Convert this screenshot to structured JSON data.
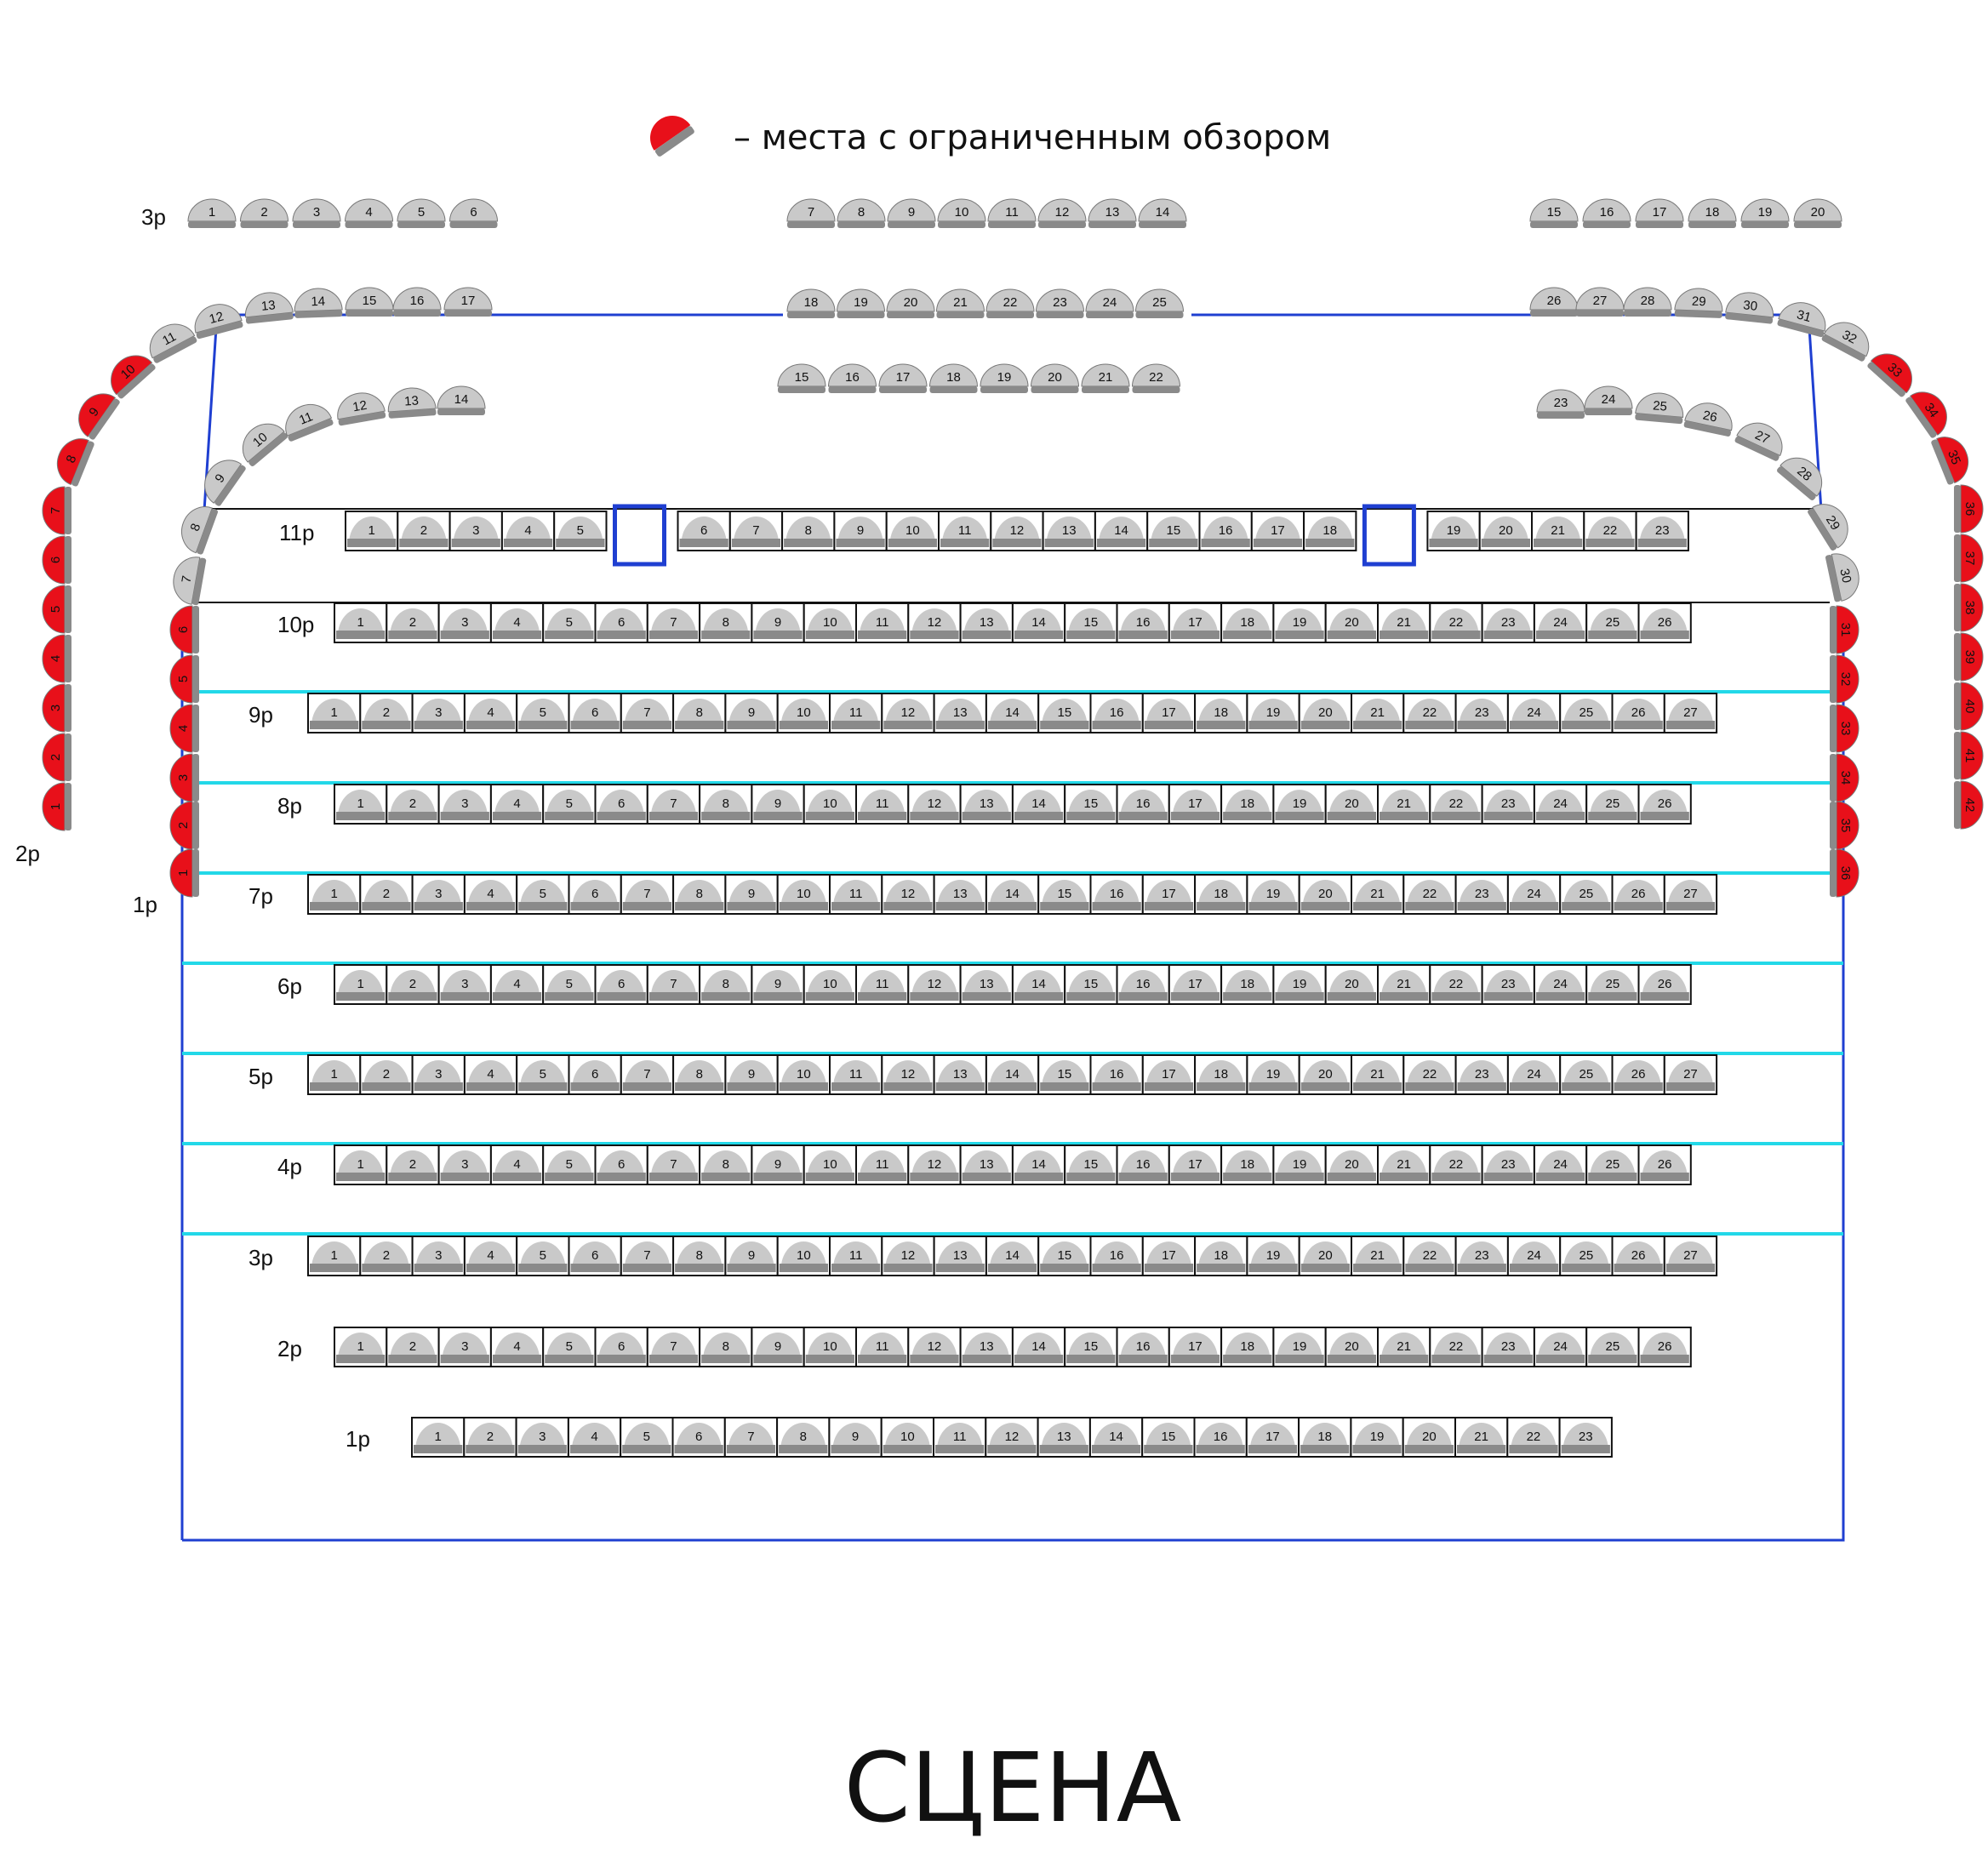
{
  "legend": {
    "text": "– места с ограниченным обзором",
    "icon": "limited-view-seat-icon",
    "color": "#e8101a"
  },
  "stage": {
    "label": "СЦЕНА"
  },
  "colors": {
    "seat": "#c9c9c9",
    "seat_base": "#8a8a8a",
    "limited": "#e8101a",
    "outline": "#1f3fd1",
    "divider": "#22d8e8",
    "seat_outline": "#111111"
  },
  "parterre": {
    "rows": [
      {
        "label": "11р",
        "seats": [
          "1",
          "2",
          "3",
          "4",
          "5",
          "6",
          "7",
          "8",
          "9",
          "10",
          "11",
          "12",
          "13",
          "14",
          "15",
          "16",
          "17",
          "18",
          "19",
          "20",
          "21",
          "22",
          "23"
        ],
        "wheelchair_spaces": 2
      },
      {
        "label": "10р",
        "seats": [
          "1",
          "2",
          "3",
          "4",
          "5",
          "6",
          "7",
          "8",
          "9",
          "10",
          "11",
          "12",
          "13",
          "14",
          "15",
          "16",
          "17",
          "18",
          "19",
          "20",
          "21",
          "22",
          "23",
          "24",
          "25",
          "26"
        ]
      },
      {
        "label": "9р",
        "seats": [
          "1",
          "2",
          "3",
          "4",
          "5",
          "6",
          "7",
          "8",
          "9",
          "10",
          "11",
          "12",
          "13",
          "14",
          "15",
          "16",
          "17",
          "18",
          "19",
          "20",
          "21",
          "22",
          "23",
          "24",
          "25",
          "26",
          "27"
        ]
      },
      {
        "label": "8р",
        "seats": [
          "1",
          "2",
          "3",
          "4",
          "5",
          "6",
          "7",
          "8",
          "9",
          "10",
          "11",
          "12",
          "13",
          "14",
          "15",
          "16",
          "17",
          "18",
          "19",
          "20",
          "21",
          "22",
          "23",
          "24",
          "25",
          "26"
        ]
      },
      {
        "label": "7р",
        "seats": [
          "1",
          "2",
          "3",
          "4",
          "5",
          "6",
          "7",
          "8",
          "9",
          "10",
          "11",
          "12",
          "13",
          "14",
          "15",
          "16",
          "17",
          "18",
          "19",
          "20",
          "21",
          "22",
          "23",
          "24",
          "25",
          "26",
          "27"
        ]
      },
      {
        "label": "6р",
        "seats": [
          "1",
          "2",
          "3",
          "4",
          "5",
          "6",
          "7",
          "8",
          "9",
          "10",
          "11",
          "12",
          "13",
          "14",
          "15",
          "16",
          "17",
          "18",
          "19",
          "20",
          "21",
          "22",
          "23",
          "24",
          "25",
          "26"
        ]
      },
      {
        "label": "5р",
        "seats": [
          "1",
          "2",
          "3",
          "4",
          "5",
          "6",
          "7",
          "8",
          "9",
          "10",
          "11",
          "12",
          "13",
          "14",
          "15",
          "16",
          "17",
          "18",
          "19",
          "20",
          "21",
          "22",
          "23",
          "24",
          "25",
          "26",
          "27"
        ]
      },
      {
        "label": "4р",
        "seats": [
          "1",
          "2",
          "3",
          "4",
          "5",
          "6",
          "7",
          "8",
          "9",
          "10",
          "11",
          "12",
          "13",
          "14",
          "15",
          "16",
          "17",
          "18",
          "19",
          "20",
          "21",
          "22",
          "23",
          "24",
          "25",
          "26"
        ]
      },
      {
        "label": "3р",
        "seats": [
          "1",
          "2",
          "3",
          "4",
          "5",
          "6",
          "7",
          "8",
          "9",
          "10",
          "11",
          "12",
          "13",
          "14",
          "15",
          "16",
          "17",
          "18",
          "19",
          "20",
          "21",
          "22",
          "23",
          "24",
          "25",
          "26",
          "27"
        ]
      },
      {
        "label": "2р",
        "seats": [
          "1",
          "2",
          "3",
          "4",
          "5",
          "6",
          "7",
          "8",
          "9",
          "10",
          "11",
          "12",
          "13",
          "14",
          "15",
          "16",
          "17",
          "18",
          "19",
          "20",
          "21",
          "22",
          "23",
          "24",
          "25",
          "26"
        ]
      },
      {
        "label": "1р",
        "seats": [
          "1",
          "2",
          "3",
          "4",
          "5",
          "6",
          "7",
          "8",
          "9",
          "10",
          "11",
          "12",
          "13",
          "14",
          "15",
          "16",
          "17",
          "18",
          "19",
          "20",
          "21",
          "22",
          "23"
        ]
      }
    ]
  },
  "balcony": {
    "row3": {
      "label": "3р",
      "left": [
        "1",
        "2",
        "3",
        "4",
        "5",
        "6"
      ],
      "center": [
        "7",
        "8",
        "9",
        "10",
        "11",
        "12",
        "13",
        "14"
      ],
      "right": [
        "15",
        "16",
        "17",
        "18",
        "19",
        "20"
      ]
    },
    "row2": {
      "label": "2р",
      "left_side": [
        "1",
        "2",
        "3",
        "4",
        "5",
        "6",
        "7",
        "8",
        "9",
        "10"
      ],
      "left_curve": [
        "11",
        "12",
        "13",
        "14",
        "15",
        "16",
        "17"
      ],
      "center": [
        "18",
        "19",
        "20",
        "21",
        "22",
        "23",
        "24",
        "25"
      ],
      "right_curve": [
        "26",
        "27",
        "28",
        "29",
        "30",
        "31",
        "32"
      ],
      "right_side": [
        "33",
        "34",
        "35",
        "36",
        "37",
        "38",
        "39",
        "40",
        "41",
        "42"
      ],
      "limited": [
        "1",
        "2",
        "3",
        "4",
        "5",
        "6",
        "7",
        "8",
        "9",
        "10",
        "33",
        "34",
        "35",
        "36",
        "37",
        "38",
        "39",
        "40",
        "41",
        "42"
      ]
    },
    "row1": {
      "label": "1р",
      "left_side": [
        "1",
        "2",
        "3",
        "4",
        "5",
        "6"
      ],
      "left_curve": [
        "7",
        "8",
        "9",
        "10",
        "11",
        "12",
        "13",
        "14"
      ],
      "center": [
        "15",
        "16",
        "17",
        "18",
        "19",
        "20",
        "21",
        "22"
      ],
      "right_curve": [
        "23",
        "24",
        "25",
        "26",
        "27",
        "28",
        "29",
        "30"
      ],
      "right_side": [
        "31",
        "32",
        "33",
        "34",
        "35",
        "36"
      ],
      "limited": [
        "1",
        "2",
        "3",
        "4",
        "5",
        "6",
        "31",
        "32",
        "33",
        "34",
        "35",
        "36"
      ]
    }
  }
}
